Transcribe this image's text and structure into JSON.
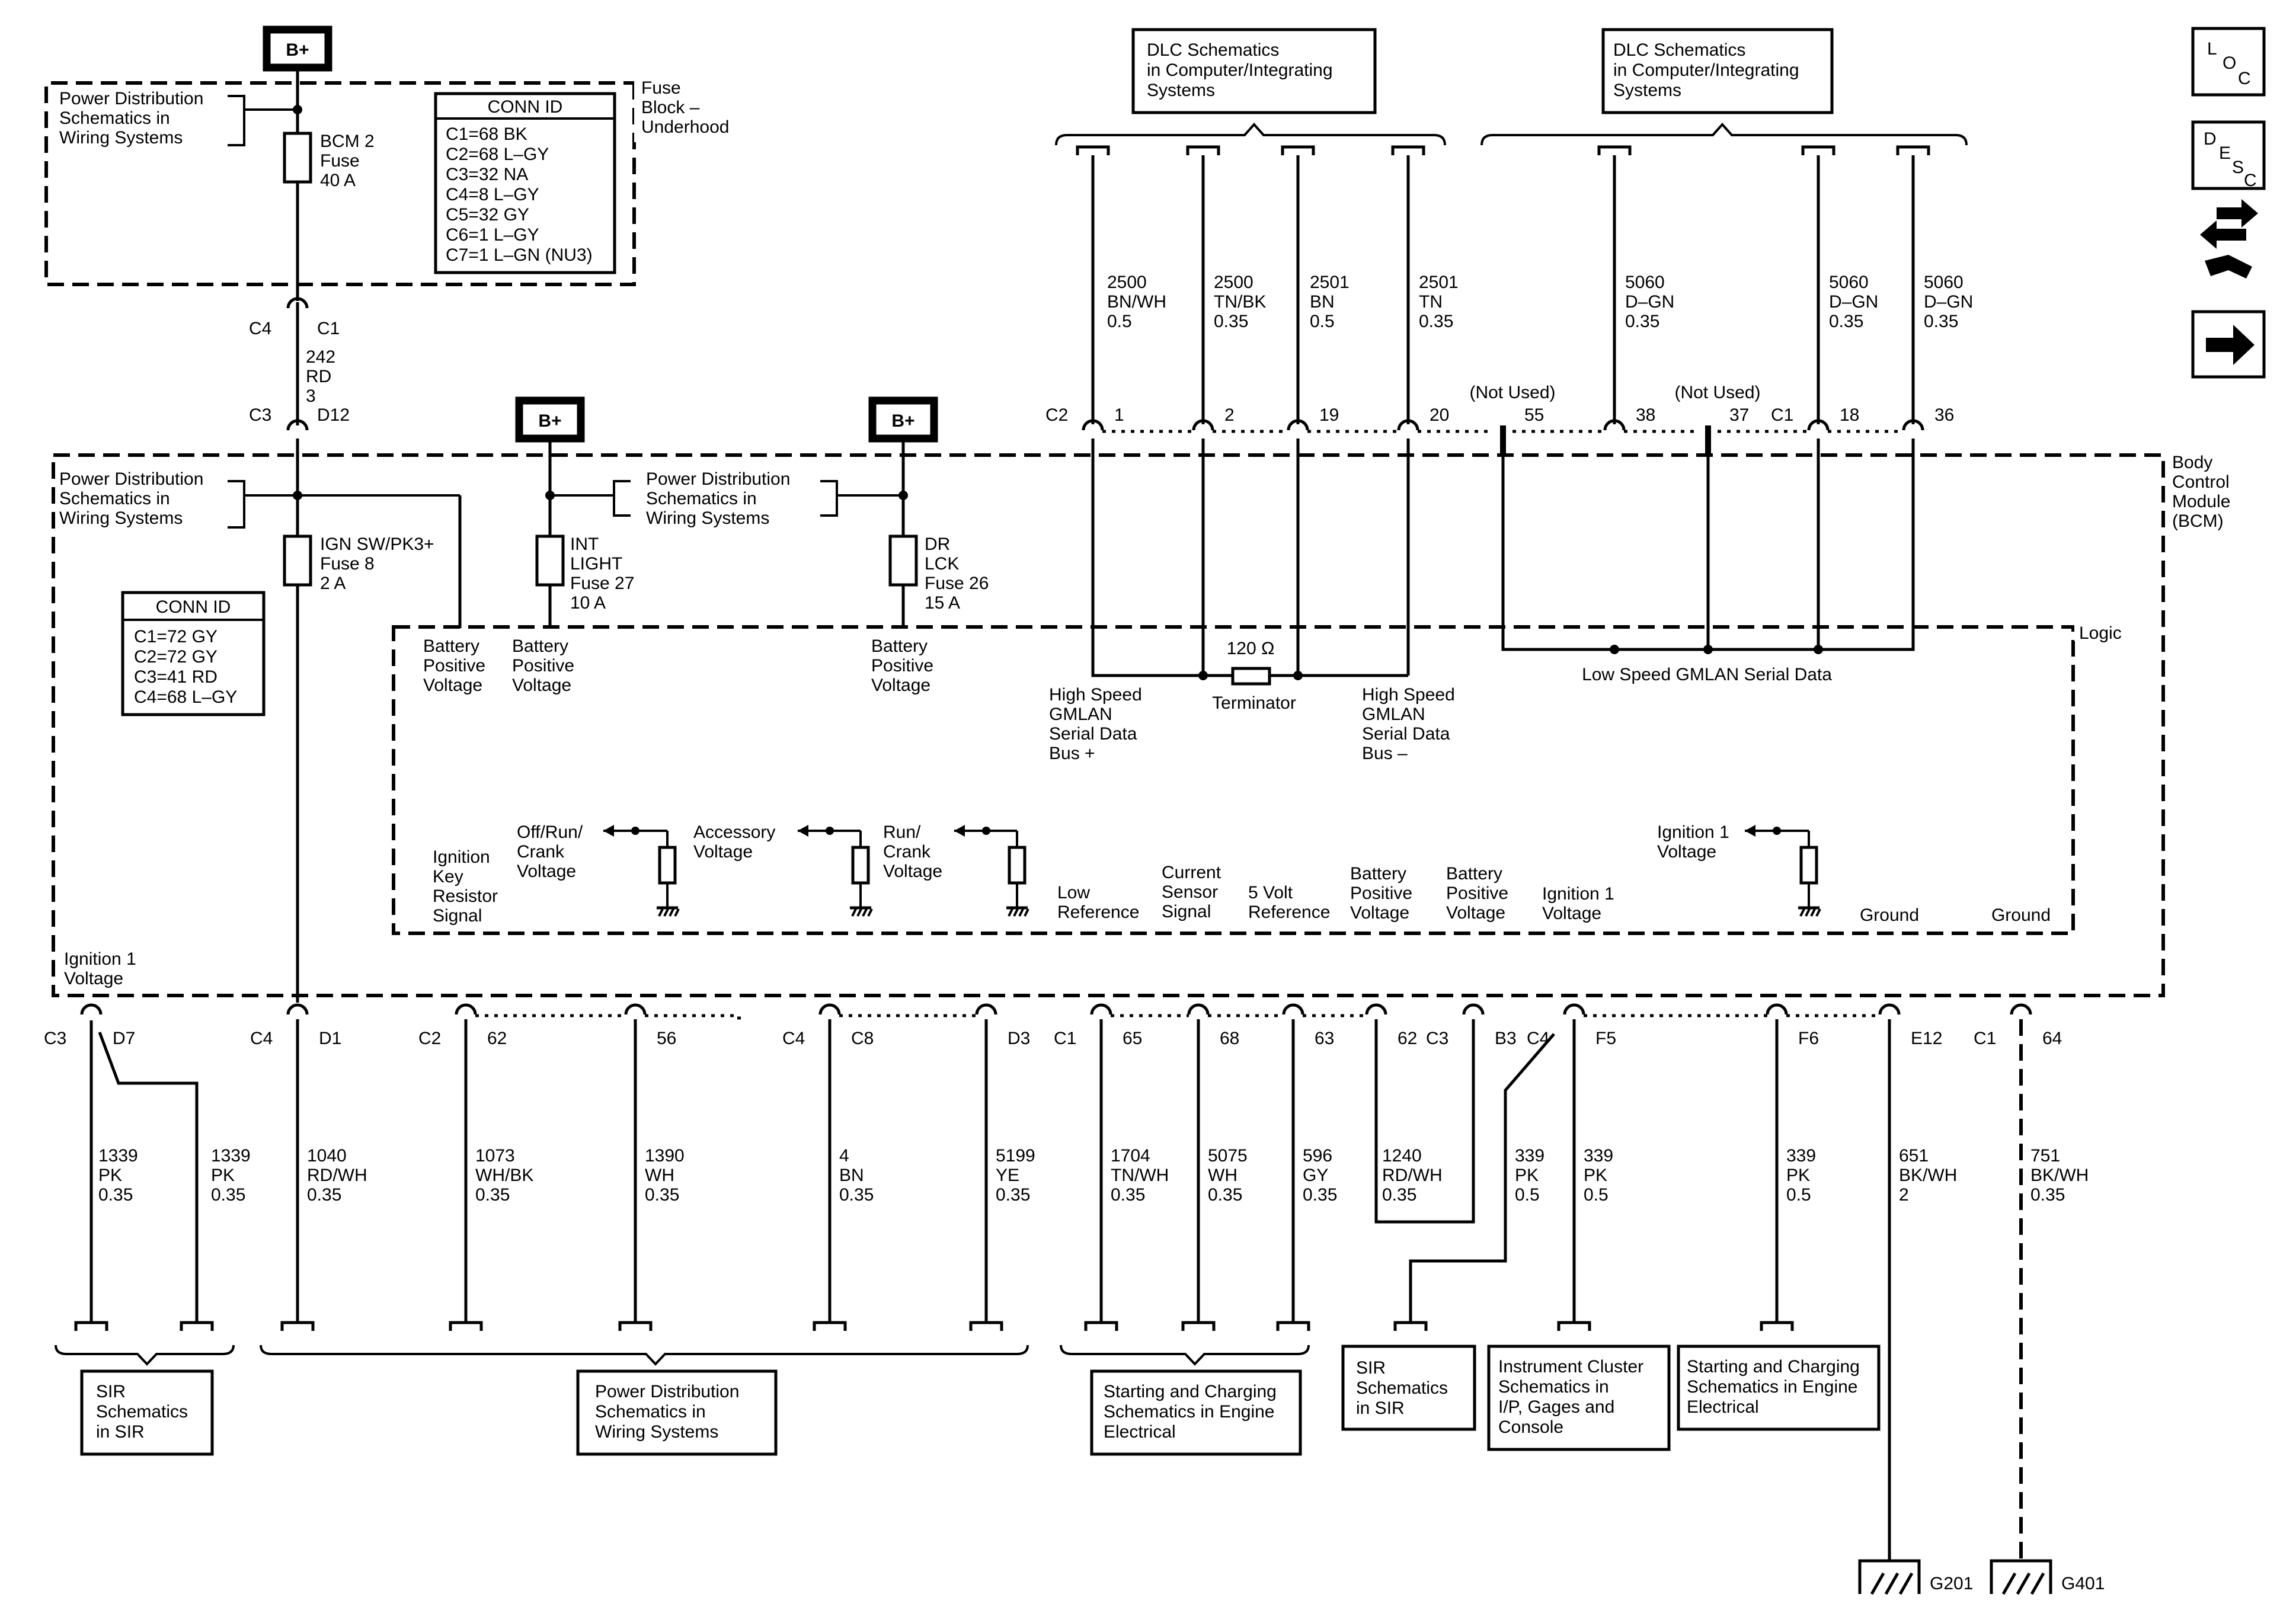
{
  "b_plus": "B+",
  "top_fuse_block": {
    "pd_ref": [
      "Power Distribution",
      "Schematics in",
      "Wiring Systems"
    ],
    "fuse": [
      "BCM 2",
      "Fuse",
      "40 A"
    ],
    "block_name": [
      "Fuse",
      "Block –",
      "Underhood"
    ],
    "conn_id_title": "CONN ID",
    "conn_id": [
      "C1=68 BK",
      "C2=68 L–GY",
      "C3=32 NA",
      "C4=8 L–GY",
      "C5=32 GY",
      "C6=1 L–GY",
      "C7=1 L–GN (NU3)"
    ]
  },
  "feed_wire": {
    "top_conn": [
      "C4",
      "C1"
    ],
    "spec": [
      "242",
      "RD",
      "3"
    ],
    "bcm_conn": [
      "C3",
      "D12"
    ]
  },
  "bcm": {
    "name": [
      "Body",
      "Control",
      "Module",
      "(BCM)"
    ],
    "logic_label": "Logic",
    "pd_ref_left": [
      "Power Distribution",
      "Schematics in",
      "Wiring Systems"
    ],
    "pd_ref_mid": [
      "Power Distribution",
      "Schematics in",
      "Wiring Systems"
    ],
    "fuse_ign": [
      "IGN SW/PK3+",
      "Fuse 8",
      "2 A"
    ],
    "fuse_int": [
      "INT",
      "LIGHT",
      "Fuse 27",
      "10 A"
    ],
    "fuse_dr": [
      "DR",
      "LCK",
      "Fuse 26",
      "15 A"
    ],
    "conn_id_title": "CONN ID",
    "conn_id": [
      "C1=72 GY",
      "C2=72 GY",
      "C3=41 RD",
      "C4=68 L–GY"
    ],
    "batt_pos_1": [
      "Battery",
      "Positive",
      "Voltage"
    ],
    "batt_pos_2": [
      "Battery",
      "Positive",
      "Voltage"
    ],
    "batt_pos_3": [
      "Battery",
      "Positive",
      "Voltage"
    ],
    "terminator_value": "120 Ω",
    "terminator_label": "Terminator",
    "hs_plus": [
      "High Speed",
      "GMLAN",
      "Serial Data",
      "Bus +"
    ],
    "hs_minus": [
      "High Speed",
      "GMLAN",
      "Serial Data",
      "Bus –"
    ],
    "ls_bus": "Low Speed GMLAN Serial Data",
    "not_used": "(Not Used)",
    "ign1_left": [
      "Ignition 1",
      "Voltage"
    ],
    "ign_key": [
      "Ignition",
      "Key",
      "Resistor",
      "Signal"
    ],
    "off_run_crank": [
      "Off/Run/",
      "Crank",
      "Voltage"
    ],
    "accessory": [
      "Accessory",
      "Voltage"
    ],
    "run_crank": [
      "Run/",
      "Crank",
      "Voltage"
    ],
    "low_ref": [
      "Low",
      "Reference"
    ],
    "current_sensor": [
      "Current",
      "Sensor",
      "Signal"
    ],
    "five_volt": [
      "5 Volt",
      "Reference"
    ],
    "batt_pos_4": [
      "Battery",
      "Positive",
      "Voltage"
    ],
    "batt_pos_5": [
      "Battery",
      "Positive",
      "Voltage"
    ],
    "ign1_mid": [
      "Ignition 1",
      "Voltage"
    ],
    "ign1_right": [
      "Ignition 1",
      "Voltage"
    ],
    "ground_1": "Ground",
    "ground_2": "Ground"
  },
  "dlc_ref_1": [
    "DLC Schematics",
    "in Computer/Integrating",
    "Systems"
  ],
  "dlc_ref_2": [
    "DLC Schematics",
    "in Computer/Integrating",
    "Systems"
  ],
  "top_wires": [
    {
      "spec": [
        "2500",
        "BN/WH",
        "0.5"
      ],
      "conn": "C2",
      "pin": "1"
    },
    {
      "spec": [
        "2500",
        "TN/BK",
        "0.35"
      ],
      "conn": "",
      "pin": "2"
    },
    {
      "spec": [
        "2501",
        "BN",
        "0.5"
      ],
      "conn": "",
      "pin": "19"
    },
    {
      "spec": [
        "2501",
        "TN",
        "0.35"
      ],
      "conn": "",
      "pin": "20"
    },
    {
      "spec": [],
      "conn": "",
      "pin": "55"
    },
    {
      "spec": [
        "5060",
        "D–GN",
        "0.35"
      ],
      "conn": "",
      "pin": "38"
    },
    {
      "spec": [],
      "conn": "",
      "pin": "37"
    },
    {
      "spec": [
        "5060",
        "D–GN",
        "0.35"
      ],
      "conn": "C1",
      "pin": "18"
    },
    {
      "spec": [
        "5060",
        "D–GN",
        "0.35"
      ],
      "conn": "",
      "pin": "36"
    }
  ],
  "bottom_wires": [
    {
      "conn": "C3",
      "pin": "D7",
      "spec": [
        "1339",
        "PK",
        "0.35"
      ]
    },
    {
      "conn": "",
      "pin": "",
      "spec": [
        "1339",
        "PK",
        "0.35"
      ]
    },
    {
      "conn": "C4",
      "pin": "D1",
      "spec": [
        "1040",
        "RD/WH",
        "0.35"
      ]
    },
    {
      "conn": "C2",
      "pin": "62",
      "spec": [
        "1073",
        "WH/BK",
        "0.35"
      ]
    },
    {
      "conn": "",
      "pin": "56",
      "spec": [
        "1390",
        "WH",
        "0.35"
      ]
    },
    {
      "conn": "C4",
      "pin": "C8",
      "spec": [
        "4",
        "BN",
        "0.35"
      ]
    },
    {
      "conn": "",
      "pin": "D3",
      "spec": [
        "5199",
        "YE",
        "0.35"
      ]
    },
    {
      "conn": "C1",
      "pin": "65",
      "spec": [
        "1704",
        "TN/WH",
        "0.35"
      ]
    },
    {
      "conn": "",
      "pin": "68",
      "spec": [
        "5075",
        "WH",
        "0.35"
      ]
    },
    {
      "conn": "",
      "pin": "63",
      "spec": [
        "596",
        "GY",
        "0.35"
      ]
    },
    {
      "conn": "",
      "pin": "62",
      "spec": [
        "1240",
        "RD/WH",
        "0.35"
      ]
    },
    {
      "conn": "C3",
      "pin": "B3",
      "spec": []
    },
    {
      "conn": "",
      "pin": "",
      "spec": [
        "339",
        "PK",
        "0.5"
      ]
    },
    {
      "conn": "C4",
      "pin": "F5",
      "spec": [
        "339",
        "PK",
        "0.5"
      ]
    },
    {
      "conn": "",
      "pin": "F6",
      "spec": [
        "339",
        "PK",
        "0.5"
      ]
    },
    {
      "conn": "",
      "pin": "E12",
      "spec": [
        "651",
        "BK/WH",
        "2"
      ]
    },
    {
      "conn": "C1",
      "pin": "64",
      "spec": [
        "751",
        "BK/WH",
        "0.35"
      ]
    }
  ],
  "ref_boxes": {
    "sir_1": [
      "SIR",
      "Schematics",
      "in SIR"
    ],
    "power_dist": [
      "Power Distribution",
      "Schematics in",
      "Wiring Systems"
    ],
    "start_charge_1": [
      "Starting and Charging",
      "Schematics in Engine",
      "Electrical"
    ],
    "sir_2": [
      "SIR",
      "Schematics",
      "in SIR"
    ],
    "instrument": [
      "Instrument Cluster",
      "Schematics in",
      "I/P, Gages and",
      "Console"
    ],
    "start_charge_2": [
      "Starting and Charging",
      "Schematics in Engine",
      "Electrical"
    ]
  },
  "grounds": [
    "G201",
    "G401"
  ],
  "legend": {
    "loc": [
      "L",
      "O",
      "C"
    ],
    "desc": [
      "D",
      "E",
      "S",
      "C"
    ]
  }
}
